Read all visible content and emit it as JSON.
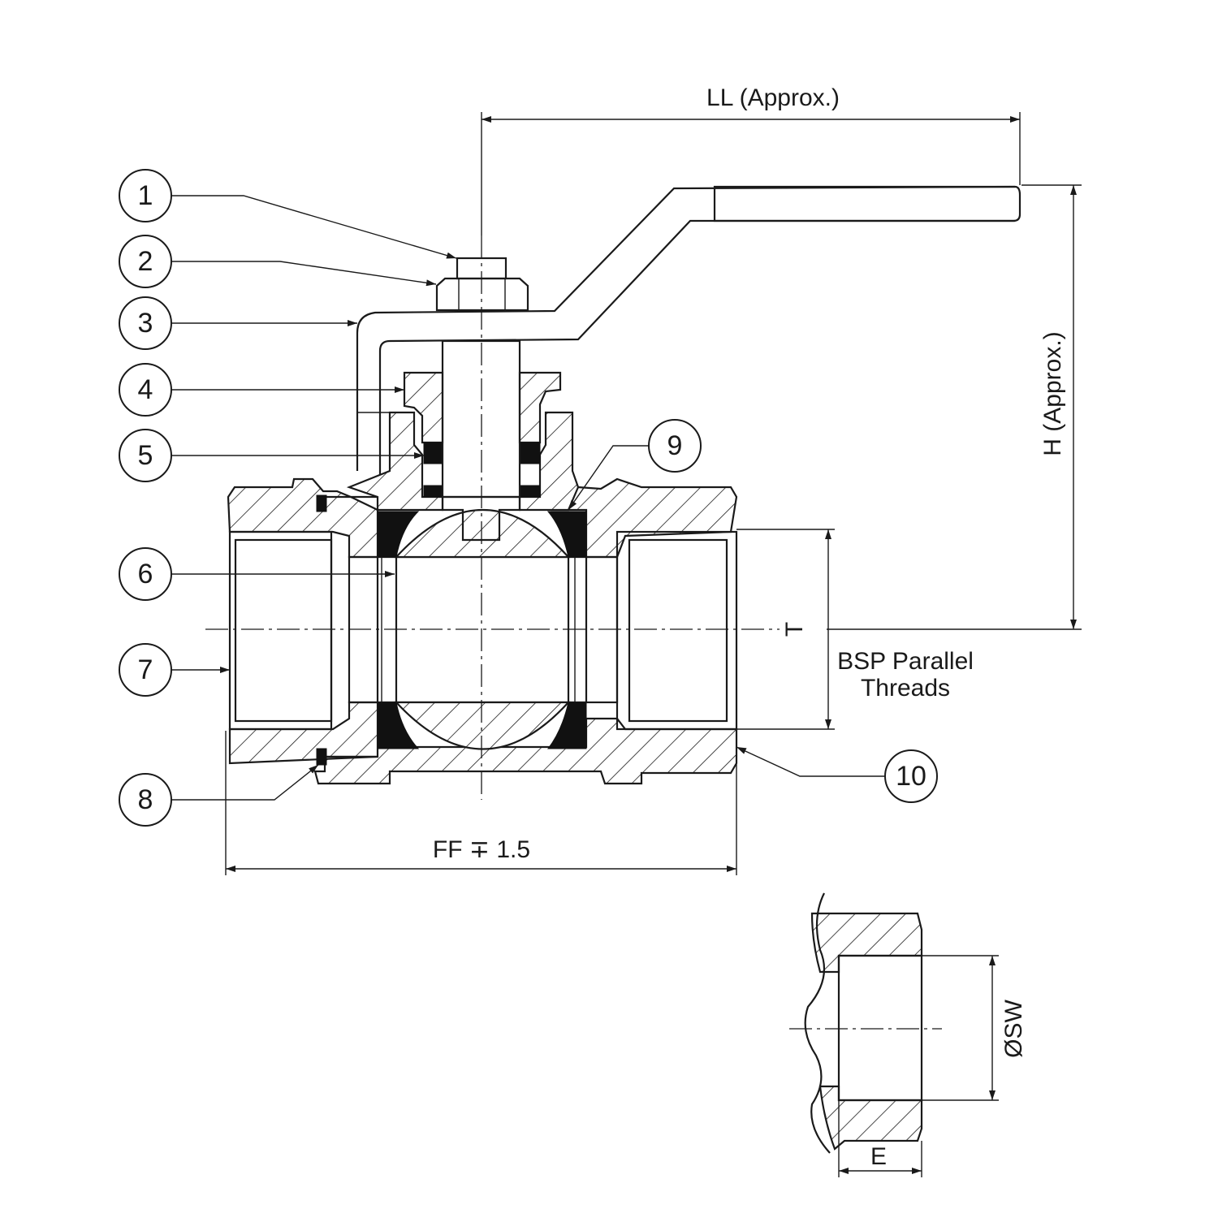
{
  "balloons": [
    "1",
    "2",
    "3",
    "4",
    "5",
    "6",
    "7",
    "8",
    "9",
    "10"
  ],
  "dimensions": {
    "ll": "LL (Approx.)",
    "h": "H (Approx.)",
    "t": "T",
    "ff": "FF ∓ 1.5",
    "sw": "ØSW",
    "e": "E"
  },
  "note": {
    "line1": "BSP Parallel",
    "line2": "Threads"
  }
}
